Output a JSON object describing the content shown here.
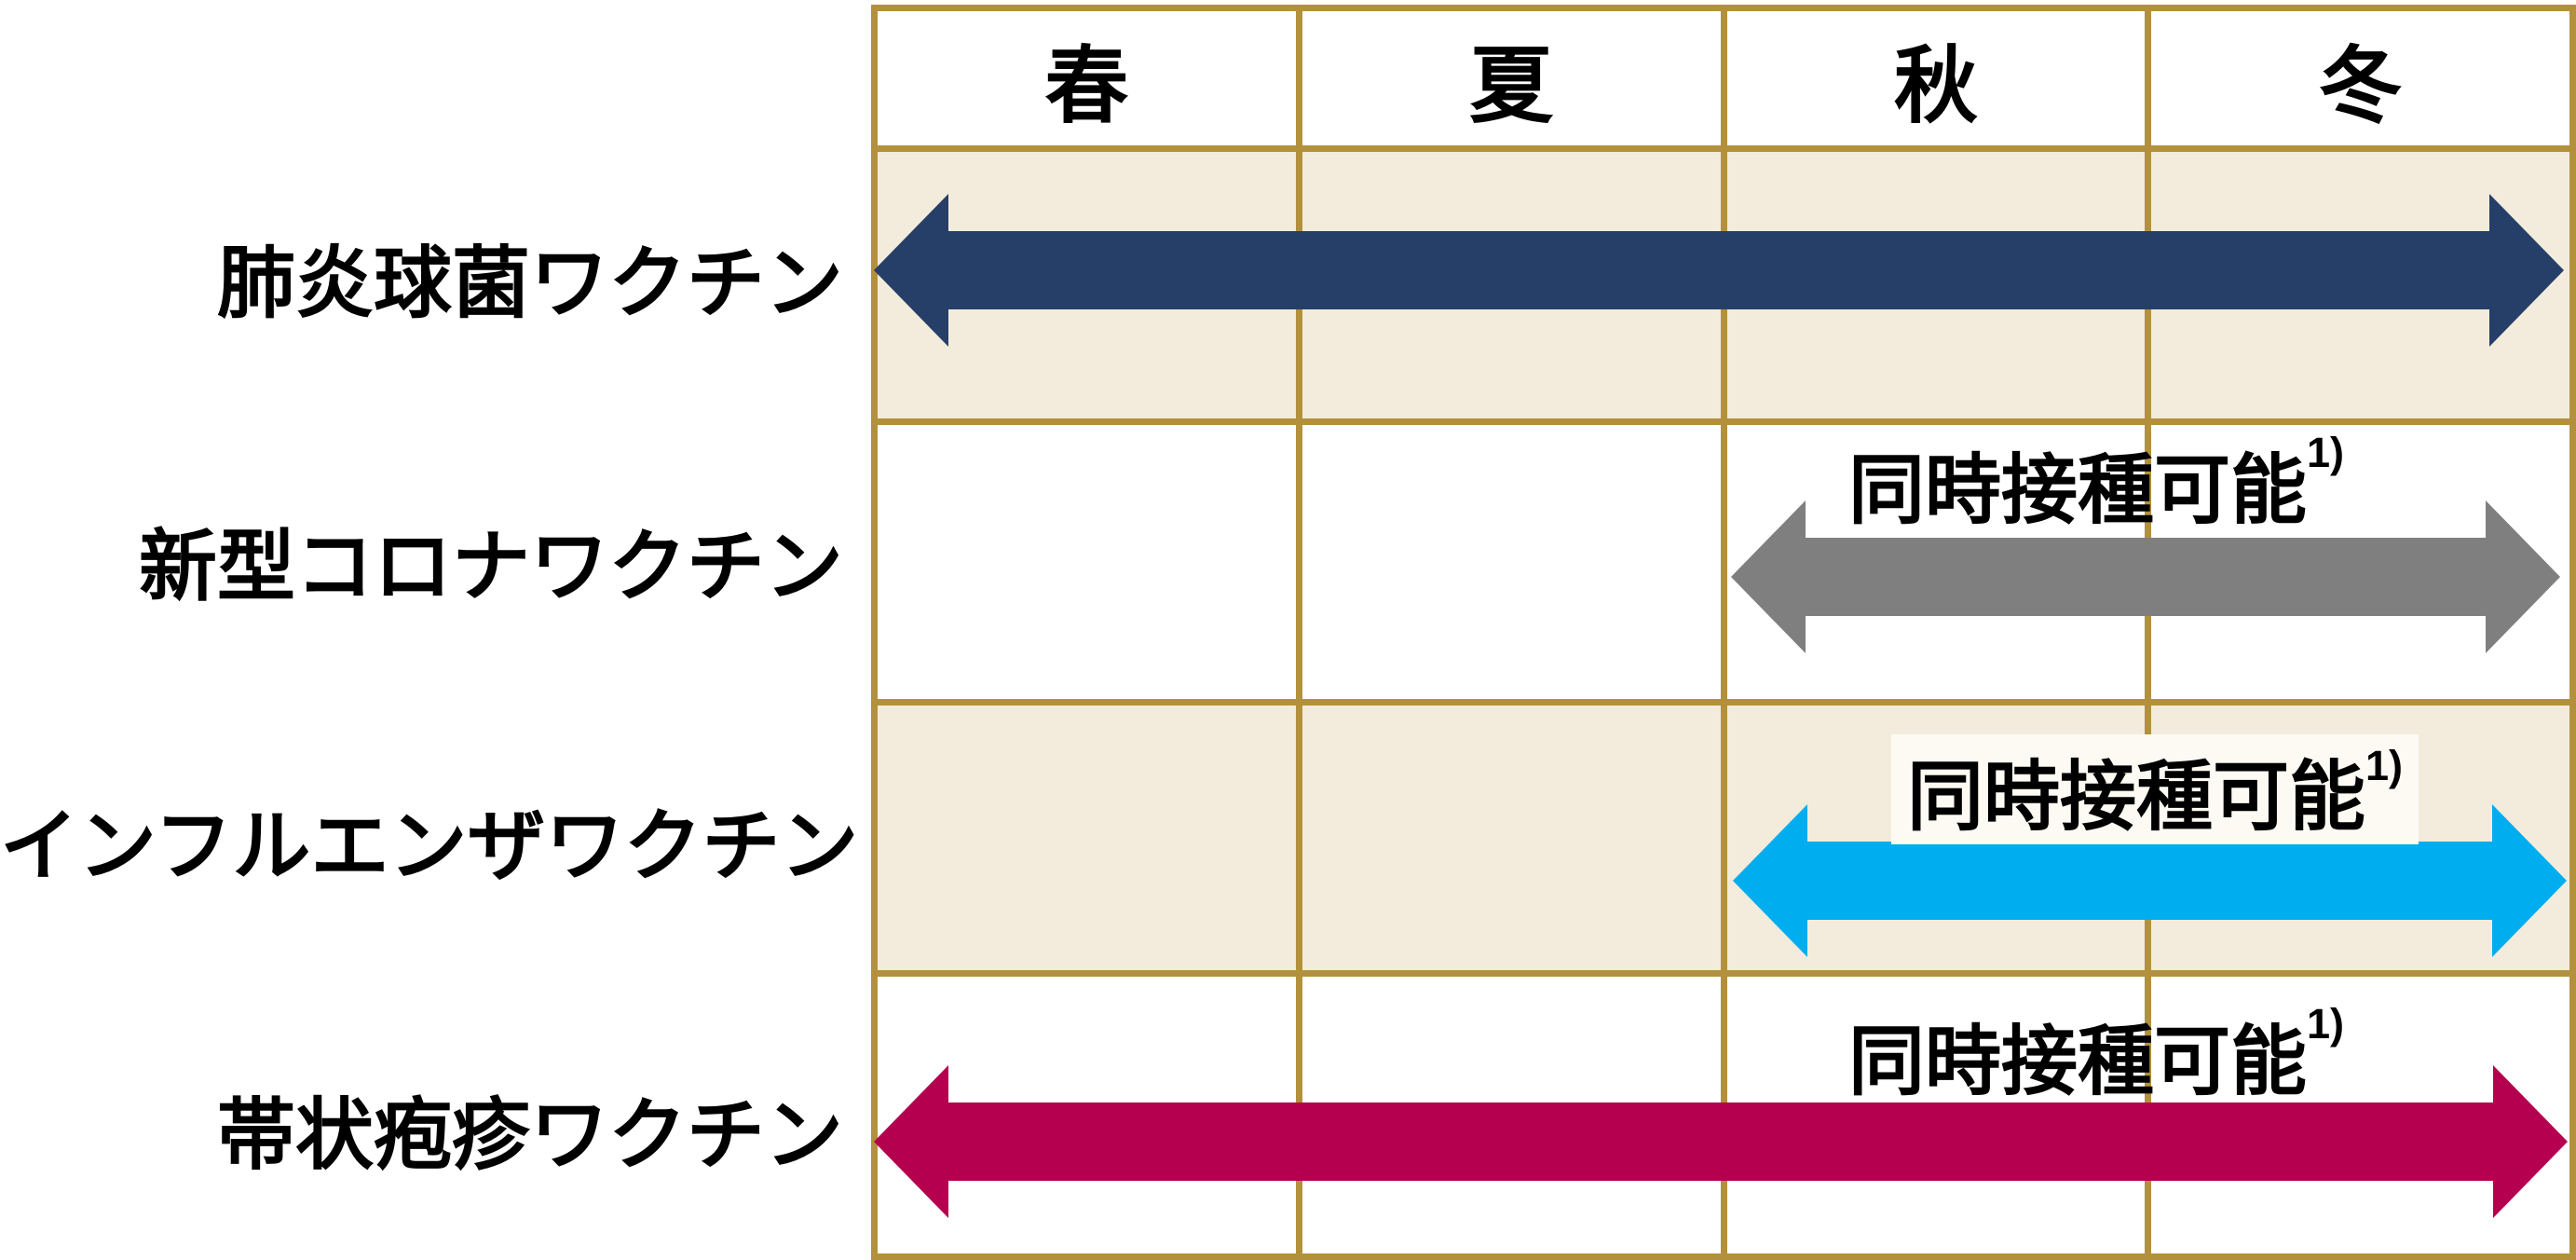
{
  "figure": {
    "season_headers": [
      "春",
      "夏",
      "秋",
      "冬"
    ],
    "rows": [
      {
        "label": "肺炎球菌ワクチン",
        "arrow_color": "#263F68",
        "note": "",
        "note_sup": ""
      },
      {
        "label": "新型コロナワクチン",
        "arrow_color": "#7F7F7F",
        "note": "同時接種可能",
        "note_sup": "1)"
      },
      {
        "label": "インフルエンザワクチン",
        "arrow_color": "#00AEEF",
        "note": "同時接種可能",
        "note_sup": "1)"
      },
      {
        "label": "帯状疱疹ワクチン",
        "arrow_color": "#B4004E",
        "note": "同時接種可能",
        "note_sup": "1)"
      }
    ],
    "colors": {
      "background": "#FFFFFF",
      "grid_border": "#B3913C",
      "row_beige": "#F3ECDC",
      "row_white": "#FFFFFF",
      "note_box_background": "#FCFAF3",
      "text": "#000000",
      "arrow_navy": "#263F68",
      "arrow_gray": "#7F7F7F",
      "arrow_cyan": "#00AEEF",
      "arrow_crimson": "#B4004E"
    }
  },
  "chart_data": {
    "type": "table",
    "title": "",
    "columns": [
      "春",
      "夏",
      "秋",
      "冬"
    ],
    "rows": [
      {
        "name": "肺炎球菌ワクチン",
        "span_from": "春",
        "span_to": "冬",
        "color": "#263F68",
        "annotation": ""
      },
      {
        "name": "新型コロナワクチン",
        "span_from": "秋",
        "span_to": "冬",
        "color": "#7F7F7F",
        "annotation": "同時接種可能1)"
      },
      {
        "name": "インフルエンザワクチン",
        "span_from": "秋",
        "span_to": "冬",
        "color": "#00AEEF",
        "annotation": "同時接種可能1)"
      },
      {
        "name": "帯状疱疹ワクチン",
        "span_from": "春",
        "span_to": "冬",
        "color": "#B4004E",
        "annotation": "同時接種可能1)"
      }
    ],
    "legend_position": "none",
    "grid": true
  }
}
